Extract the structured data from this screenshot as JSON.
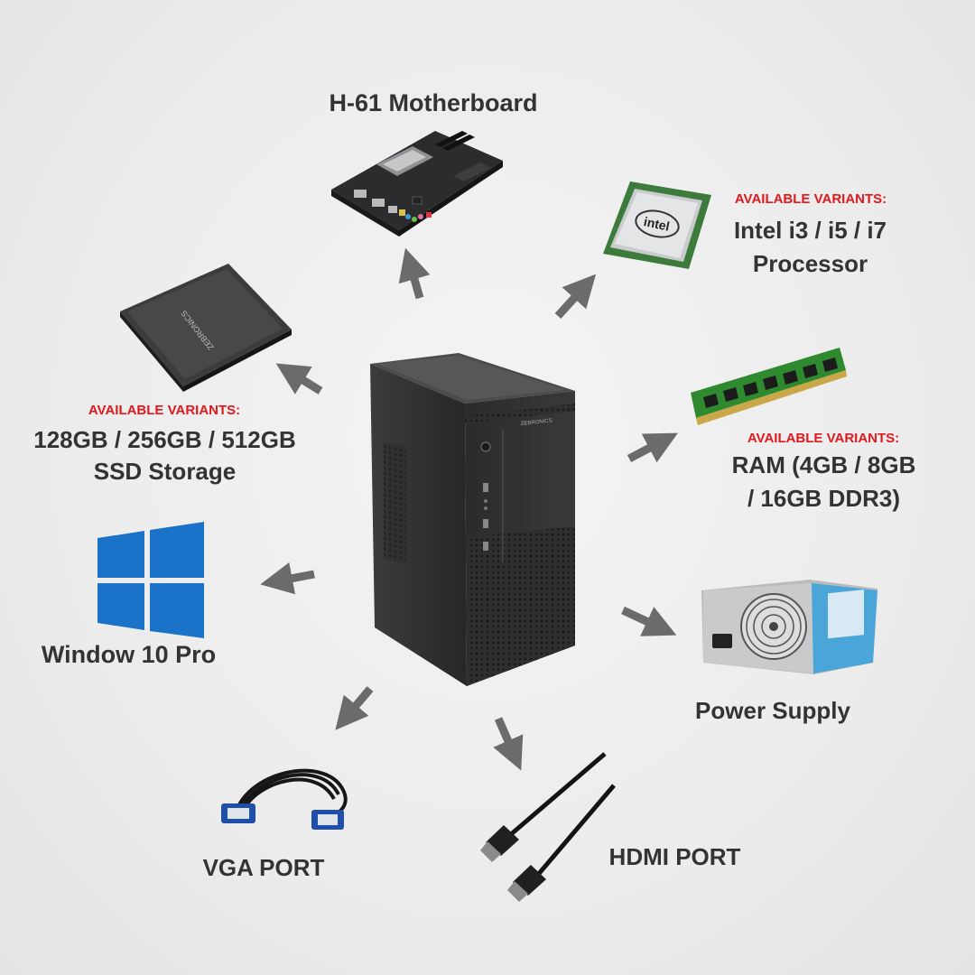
{
  "motherboard": {
    "label": "H-61 Motherboard"
  },
  "processor": {
    "variants_label": "AVAILABLE VARIANTS:",
    "line1": "Intel i3 / i5 / i7",
    "line2": "Processor",
    "chip_logo": "intel"
  },
  "ssd": {
    "variants_label": "AVAILABLE VARIANTS:",
    "line1": "128GB / 256GB / 512GB",
    "line2": "SSD Storage",
    "logo": "ZEBRONICS"
  },
  "ram": {
    "variants_label": "AVAILABLE VARIANTS:",
    "line1": "RAM (4GB / 8GB",
    "line2": "/ 16GB DDR3)"
  },
  "windows": {
    "label": "Window 10 Pro"
  },
  "power": {
    "label": "Power Supply"
  },
  "vga": {
    "label": "VGA PORT"
  },
  "hdmi": {
    "label": "HDMI PORT"
  },
  "cabinet": {
    "brand": "ZEBRONICS"
  },
  "colors": {
    "label": "#333333",
    "variants": "#e0191e",
    "arrow": "#6b6b6b",
    "windows_blue": "#1a73c8"
  }
}
